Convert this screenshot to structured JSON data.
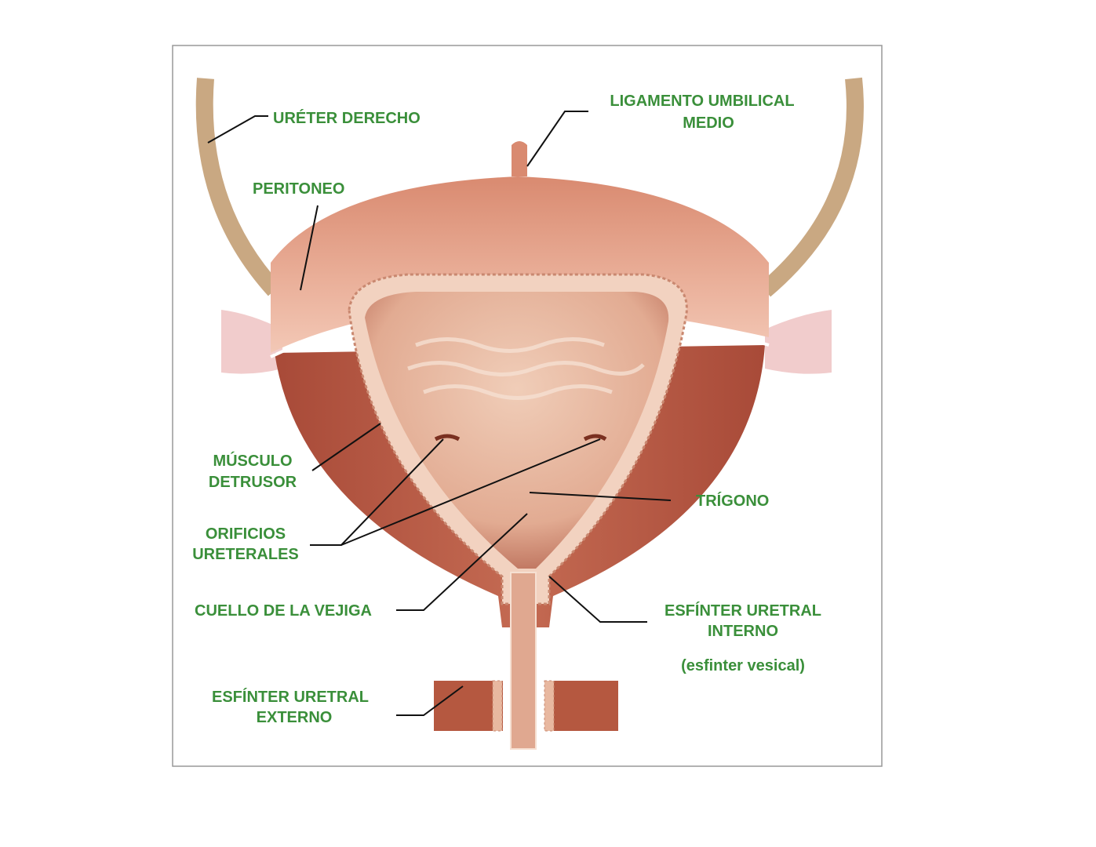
{
  "colors": {
    "label_text": "#3a8f3a",
    "muscle": "#b85a45",
    "peritoneum": "#e8a890",
    "ureter": "#c9a882"
  },
  "labels": {
    "ureter": "URÉTER DERECHO",
    "ligament_1": "LIGAMENTO UMBILICAL",
    "ligament_2": "MEDIO",
    "peritoneum": "PERITONEO",
    "detrusor_1": "MÚSCULO",
    "detrusor_2": "DETRUSOR",
    "trigone": "TRÍGONO",
    "orifices_1": "ORIFICIOS",
    "orifices_2": "URETERALES",
    "neck": "CUELLO DE LA VEJIGA",
    "internal_1": "ESFÍNTER URETRAL",
    "internal_2": "INTERNO",
    "internal_3": "(esfinter vesical)",
    "external_1": "ESFÍNTER URETRAL",
    "external_2": "EXTERNO"
  }
}
